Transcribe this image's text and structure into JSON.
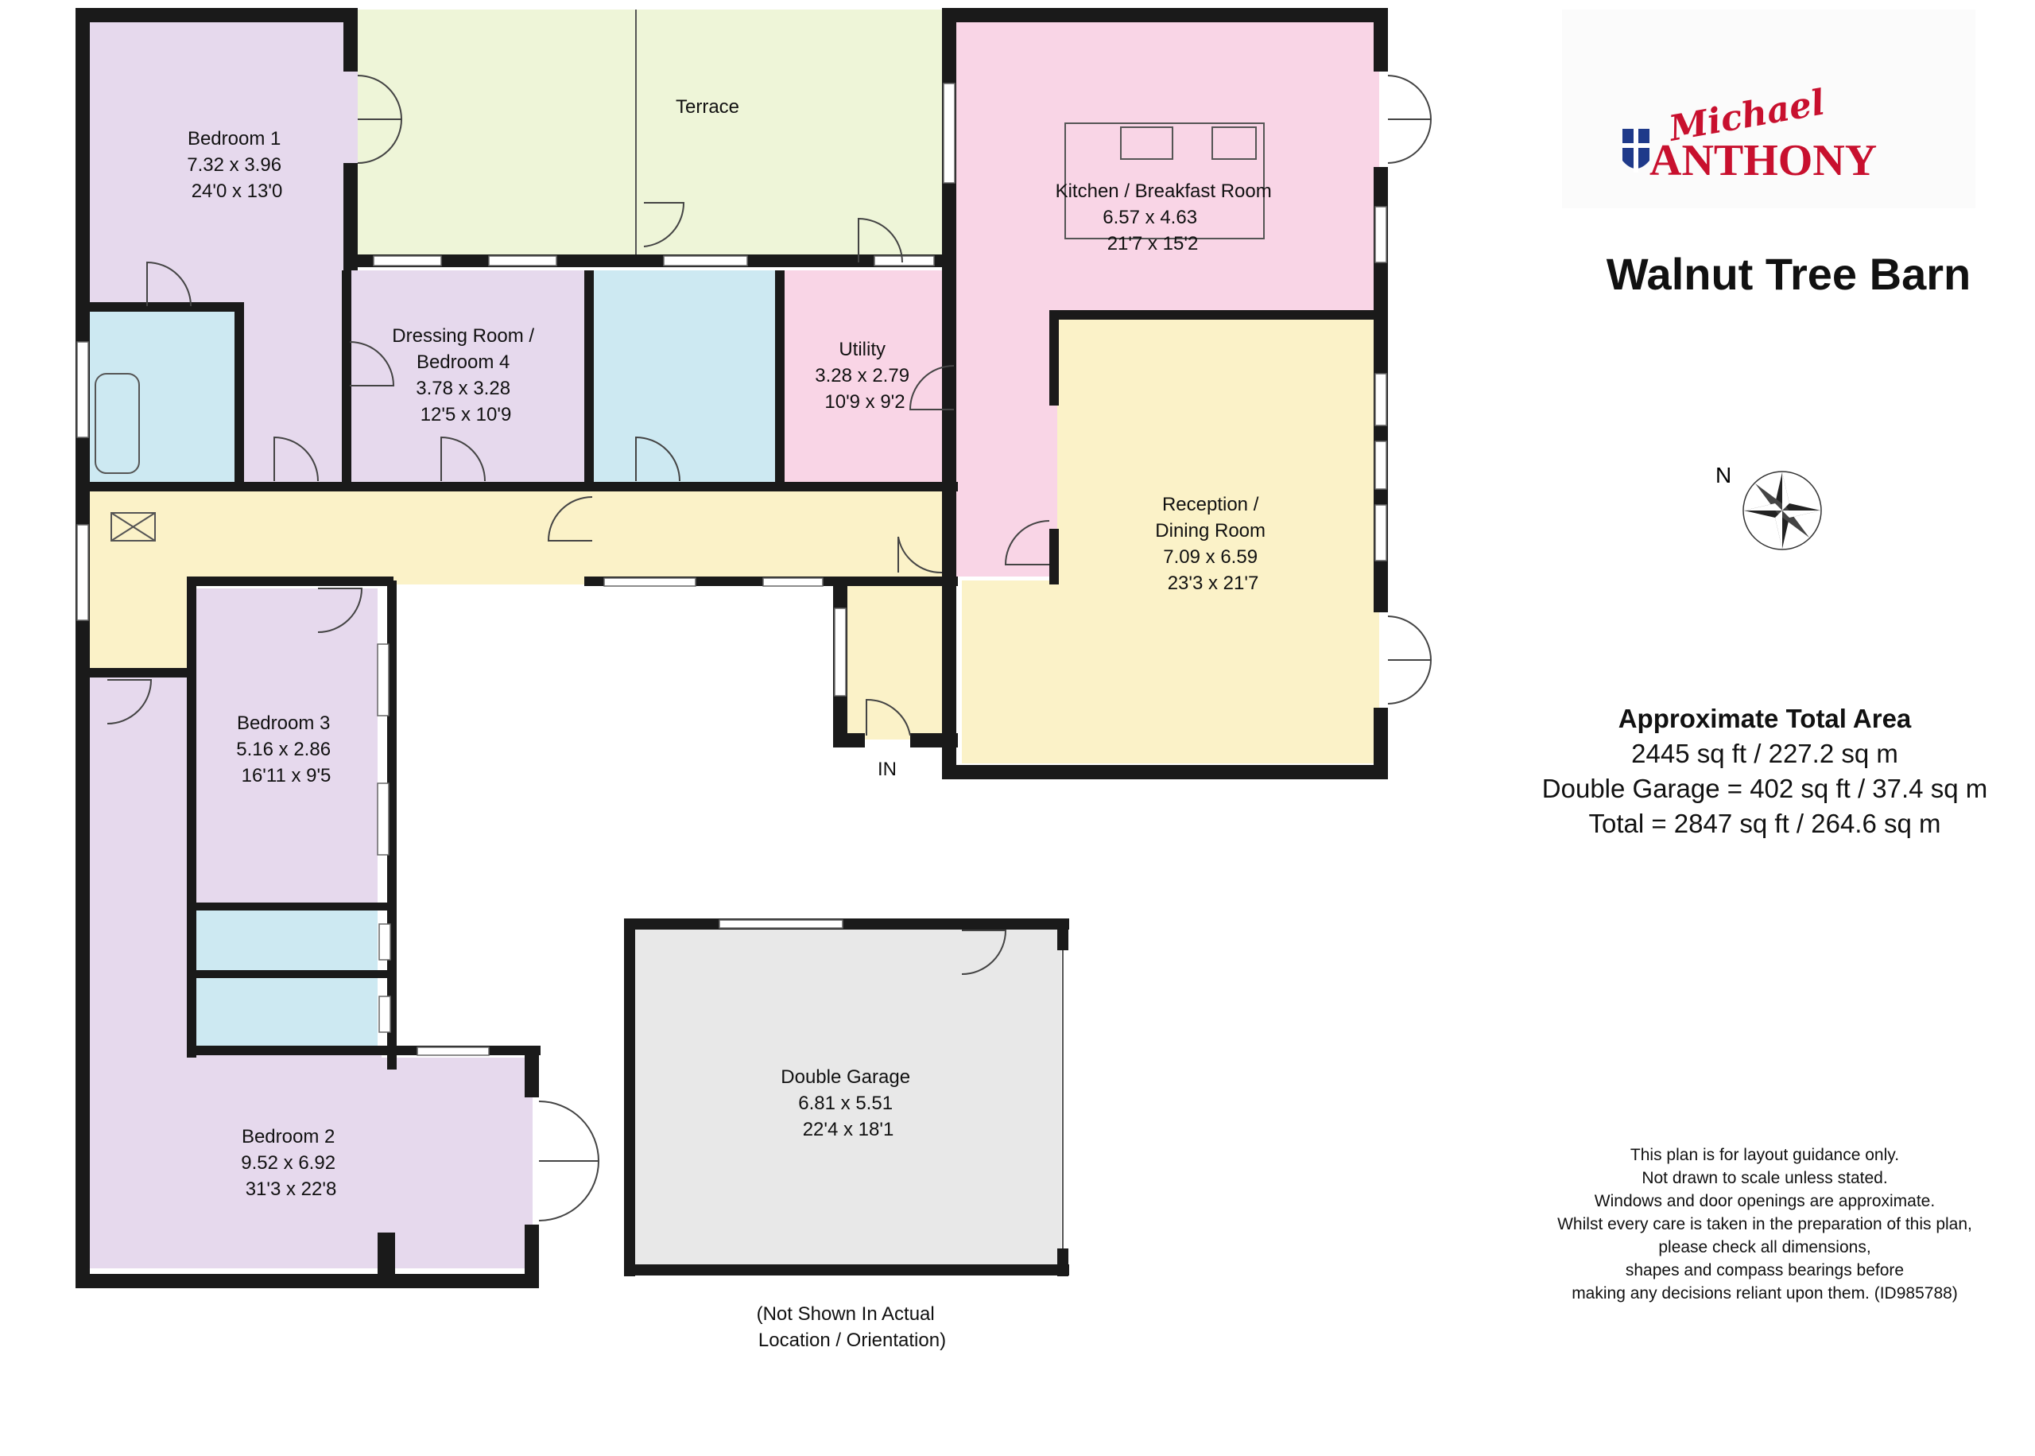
{
  "colors": {
    "wall": "#1a1a1a",
    "bedroom": "#e6d9ed",
    "terrace": "#eef5d8",
    "bath": "#cde9f2",
    "hall": "#fbf2c8",
    "kitchen": "#f9d5e6",
    "garage": "#e8e8e8",
    "logo_red": "#c8102e",
    "logo_blue": "#1f3a8a"
  },
  "property_title": "Walnut Tree Barn",
  "logo": {
    "script": "Michael",
    "name": "ANTHONY"
  },
  "compass": {
    "north_label": "N"
  },
  "area": {
    "heading": "Approximate Total Area",
    "main": "2445 sq ft / 227.2 sq m",
    "garage": "Double Garage = 402 sq ft / 37.4 sq m",
    "total": "Total = 2847 sq ft / 264.6 sq m"
  },
  "disclaimer": [
    "This plan is for layout guidance only.",
    "Not drawn to scale unless stated.",
    "Windows and door openings are approximate.",
    "Whilst every care is taken in the preparation of this plan,",
    "please check all dimensions,",
    "shapes and compass bearings before",
    "making any decisions reliant upon them. (ID985788)"
  ],
  "rooms": {
    "bedroom1": [
      "Bedroom 1",
      "7.32 x 3.96",
      "24'0 x 13'0"
    ],
    "terrace": [
      "Terrace"
    ],
    "kitchen": [
      "Kitchen / Breakfast Room",
      "6.57 x 4.63",
      "21'7 x 15'2"
    ],
    "dressing": [
      "Dressing Room /",
      "Bedroom 4",
      "3.78 x 3.28",
      "12'5 x 10'9"
    ],
    "utility": [
      "Utility",
      "3.28 x 2.79",
      "10'9 x 9'2"
    ],
    "reception": [
      "Reception /",
      "Dining Room",
      "7.09 x 6.59",
      "23'3 x 21'7"
    ],
    "bedroom3": [
      "Bedroom 3",
      "5.16 x 2.86",
      "16'11 x 9'5"
    ],
    "bedroom2": [
      "Bedroom 2",
      "9.52 x 6.92",
      "31'3 x 22'8"
    ],
    "garage": [
      "Double Garage",
      "6.81 x 5.51",
      "22'4 x 18'1"
    ]
  },
  "entrance_label": "IN",
  "garage_note": [
    "(Not Shown In Actual",
    "Location / Orientation)"
  ]
}
